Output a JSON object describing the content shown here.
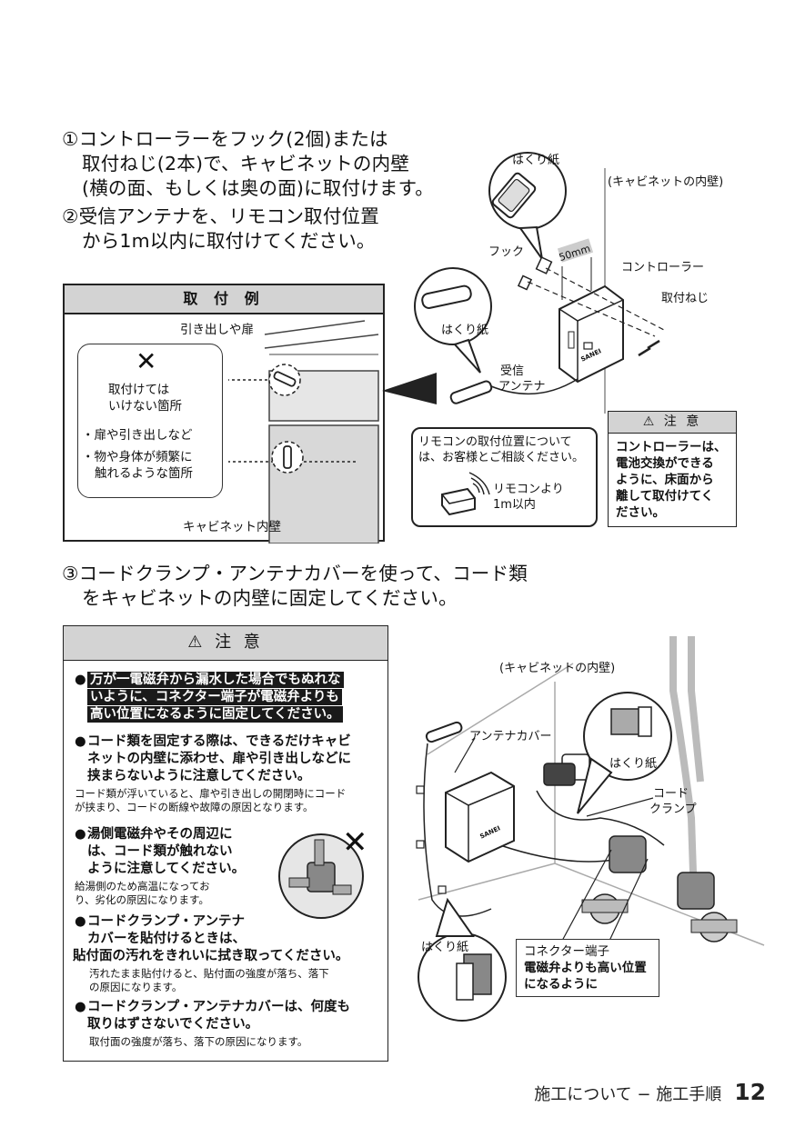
{
  "steps": {
    "step1": {
      "line1": "①コントローラーをフック(2個)または",
      "line2": "取付ねじ(2本)で、キャビネットの内壁",
      "line3": "(横の面、もしくは奥の面)に取付けます。"
    },
    "step2": {
      "line1": "②受信アンテナを、リモコン取付位置",
      "line2": "から1m以内に取付けてください。"
    },
    "step3": {
      "line1": "③コードクランプ・アンテナカバーを使って、コード類",
      "line2": "をキャビネットの内壁に固定してください。"
    }
  },
  "example": {
    "title": "取 付 例",
    "drawer_label": "引き出しや扉",
    "bad_mark": "✕",
    "bad_title_1": "取付けては",
    "bad_title_2": "いけない箇所",
    "bad_items": [
      "・扉や引き出しなど",
      "・物や身体が頻繁に",
      "触れるような箇所"
    ],
    "cabinet_label": "キャビネット内壁"
  },
  "top_diagram": {
    "peel_paper_1": "はくり紙",
    "cabinet_wall": "(キャビネットの内壁)",
    "hook": "フック",
    "distance": "50mm",
    "controller": "コントローラー",
    "screw": "取付ねじ",
    "peel_paper_2": "はくり紙",
    "antenna_1": "受信",
    "antenna_2": "アンテナ",
    "brand": "SANEI"
  },
  "remote_box": {
    "text1": "リモコンの取付位置について",
    "text2": "は、お客様とご相談ください。",
    "label1": "リモコンより",
    "label2": "1m以内"
  },
  "caution_small": {
    "title": "注 意",
    "body": [
      "コントローラーは、",
      "電池交換ができる",
      "ように、床面から",
      "離して取付けてく",
      "ださい。"
    ]
  },
  "caution_big": {
    "title": "注 意",
    "item1": [
      "万が一電磁弁から漏水した場合でもぬれな",
      "いように、コネクター端子が電磁弁よりも",
      "高い位置になるように固定してください。"
    ],
    "item2": [
      "コード類を固定する際は、できるだけキャビ",
      "ネットの内壁に添わせ、扉や引き出しなどに",
      "挟まらないように注意してください。"
    ],
    "item2_note": [
      "コード類が浮いていると、扉や引き出しの開閉時にコード",
      "が挟まり、コードの断線や故障の原因となります。"
    ],
    "item3": [
      "湯側電磁弁やその周辺に",
      "は、コード類が触れない",
      "ように注意してください。"
    ],
    "item3_note": [
      "給湯側のため高温になってお",
      "り、劣化の原因になります。"
    ],
    "item4": [
      "コードクランプ・アンテナ",
      "カバーを貼付けるときは、",
      "貼付面の汚れをきれいに拭き取ってください。"
    ],
    "item4_note": [
      "汚れたまま貼付けると、貼付面の強度が落ち、落下",
      "の原因になります。"
    ],
    "item5": [
      "コードクランプ・アンテナカバーは、何度も",
      "取りはずさないでください。"
    ],
    "item5_note": [
      "取付面の強度が落ち、落下の原因になります。"
    ]
  },
  "bottom_diagram": {
    "cabinet_wall": "(キャビネットの内壁)",
    "antenna_cover": "アンテナカバー",
    "peel_paper_1": "はくり紙",
    "cord_clamp_1": "コード",
    "cord_clamp_2": "クランプ",
    "peel_paper_2": "はくり紙",
    "connector_1": "コネクター端子",
    "connector_2": "電磁弁よりも高い位置",
    "connector_3": "になるように",
    "brand": "SANEI"
  },
  "footer": {
    "text": "施工について − 施工手順",
    "page": "12"
  }
}
